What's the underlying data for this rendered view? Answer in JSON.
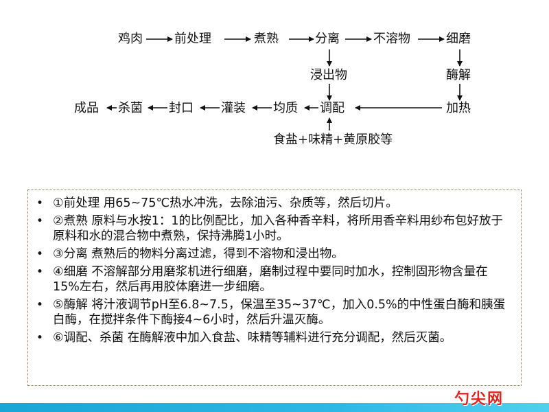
{
  "flow": {
    "chicken": "鸡肉",
    "pretreat": "前处理",
    "cook": "煮熟",
    "separate": "分离",
    "insoluble": "不溶物",
    "grind": "细磨",
    "extract": "浸出物",
    "enzymolysis": "酶解",
    "heat": "加热",
    "blend": "调配",
    "homogenize": "均质",
    "fill": "灌装",
    "seal": "封口",
    "sterilize": "杀菌",
    "product": "成品",
    "additives": "食盐+味精+黄原胶等"
  },
  "notes": [
    "①前处理  用65~75℃热水冲洗，去除油污、杂质等，然后切片。",
    "②煮熟  原料与水按1：1的比例配比，加入各种香辛料，将所用香辛料用纱布包好放于原料和水的混合物中煮熟，保持沸腾1小时。",
    "③分离  煮熟后的物料分离过滤，得到不溶物和浸出物。",
    "④细磨  不溶解部分用磨浆机进行细磨，磨制过程中要同时加水，控制固形物含量在15%左右，然后再用胶体磨进一步细磨。",
    "⑤酶解  将汁液调节pH至6.8~7.5，保温至35~37℃，加入0.5%的中性蛋白酶和胰蛋白酶，在搅拌条件下酶接4~6小时，然后升温灭酶。",
    "⑥调配、杀菌  在酶解液中加入食盐、味精等辅料进行充分调配，然后灭菌。"
  ],
  "bullet": "•",
  "watermark": "勺尖网"
}
